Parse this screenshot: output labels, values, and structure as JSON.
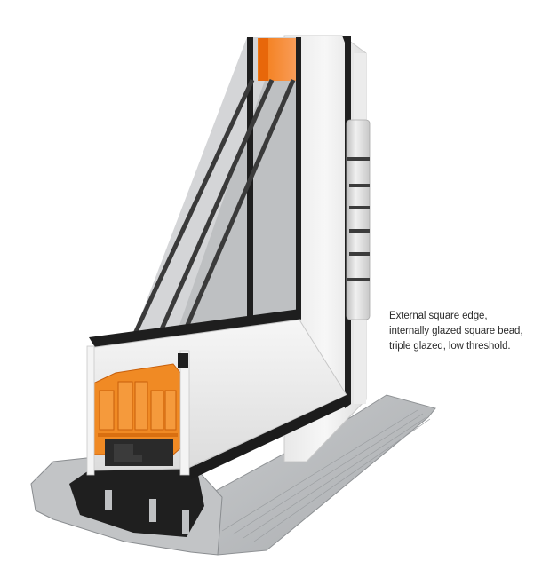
{
  "figure": {
    "subject": "window-frame-cross-section",
    "colors": {
      "frame_white": "#f2f2f2",
      "frame_shade": "#dcdcdc",
      "insulation_orange": "#f08a24",
      "insulation_dark": "#d96f10",
      "glass": "#c9cacc",
      "glass_edge": "#3a3a3a",
      "gasket_black": "#1e1e1e",
      "threshold_silver": "#b9bcbf",
      "hinge": "#e2e2e2"
    }
  },
  "caption": {
    "line1": "External square edge,",
    "line2": "internally glazed square bead,",
    "line3": "triple glazed, low threshold."
  }
}
